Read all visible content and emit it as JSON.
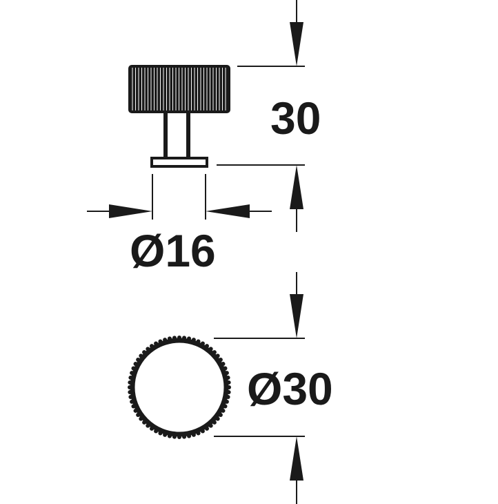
{
  "dimensions": {
    "height": "30",
    "stem_diameter": "Ø16",
    "head_diameter": "Ø30"
  },
  "colors": {
    "line": "#1a1a1a",
    "background": "#ffffff"
  }
}
